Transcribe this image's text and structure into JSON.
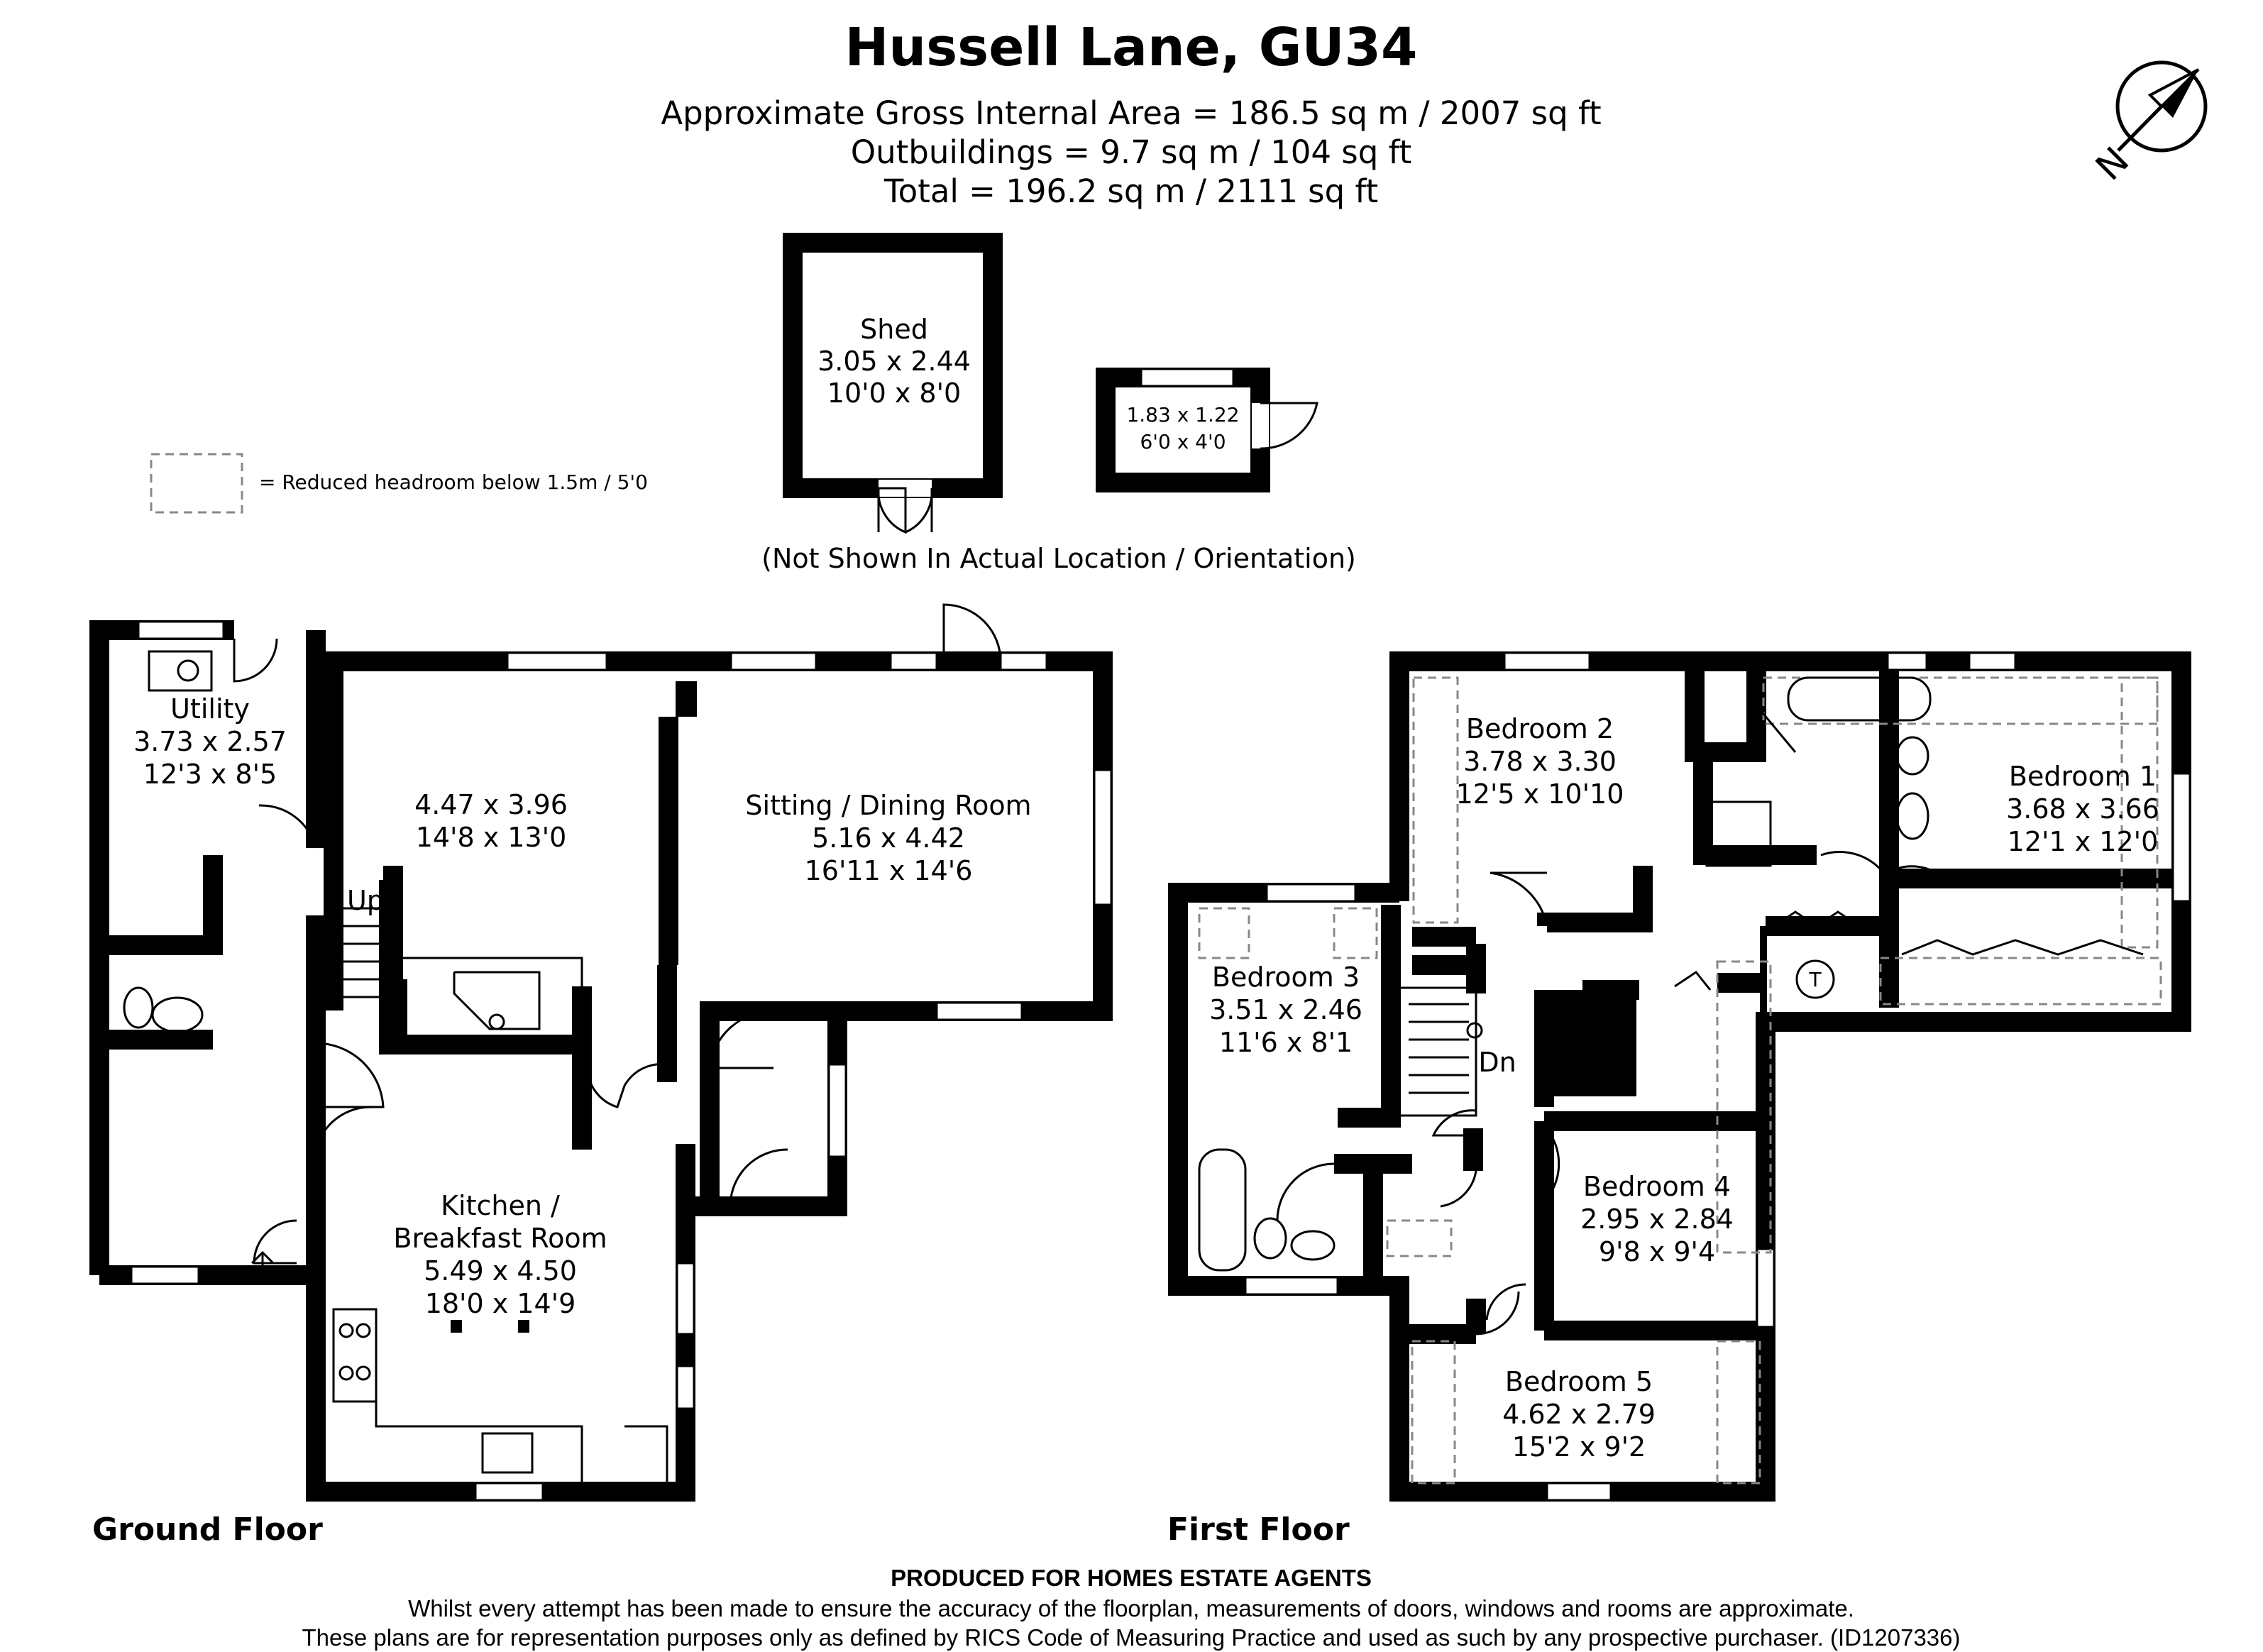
{
  "header": {
    "title": "Hussell Lane, GU34",
    "area_lines": [
      "Approximate Gross Internal Area = 186.5 sq m / 2007 sq ft",
      "Outbuildings = 9.7 sq m / 104 sq ft",
      "Total = 196.2 sq m / 2111 sq ft"
    ]
  },
  "compass": {
    "label": "N",
    "icon": "north-arrow-icon"
  },
  "legend": {
    "text": "= Reduced headroom below 1.5m / 5'0"
  },
  "outbuildings": {
    "shed": {
      "name": "Shed",
      "metric": "3.05 x 2.44",
      "imperial": "10'0 x 8'0"
    },
    "store": {
      "metric": "1.83 x 1.22",
      "imperial": "6'0 x 4'0"
    },
    "note": "(Not Shown In Actual Location / Orientation)"
  },
  "ground_floor": {
    "label": "Ground Floor",
    "stair_label": "Up",
    "rooms": [
      {
        "name": "Utility",
        "metric": "3.73 x 2.57",
        "imperial": "12'3 x 8'5"
      },
      {
        "name": "",
        "metric": "4.47 x 3.96",
        "imperial": "14'8 x 13'0"
      },
      {
        "name": "Sitting / Dining Room",
        "metric": "5.16 x 4.42",
        "imperial": "16'11 x 14'6"
      },
      {
        "name_line1": "Kitchen /",
        "name_line2": "Breakfast Room",
        "metric": "5.49 x 4.50",
        "imperial": "18'0 x 14'9"
      }
    ]
  },
  "first_floor": {
    "label": "First Floor",
    "stair_label": "Dn",
    "tank_label": "T",
    "rooms": [
      {
        "name": "Bedroom 1",
        "metric": "3.68 x 3.66",
        "imperial": "12'1 x 12'0"
      },
      {
        "name": "Bedroom 2",
        "metric": "3.78 x 3.30",
        "imperial": "12'5 x 10'10"
      },
      {
        "name": "Bedroom 3",
        "metric": "3.51 x 2.46",
        "imperial": "11'6 x 8'1"
      },
      {
        "name": "Bedroom 4",
        "metric": "2.95 x 2.84",
        "imperial": "9'8 x 9'4"
      },
      {
        "name": "Bedroom 5",
        "metric": "4.62 x 2.79",
        "imperial": "15'2 x 9'2"
      }
    ]
  },
  "footer": {
    "producer": "PRODUCED FOR HOMES ESTATE AGENTS",
    "line1": "Whilst every attempt has been made to ensure the accuracy of the floorplan, measurements of doors, windows and rooms are approximate.",
    "line2": "These plans are for representation purposes only as defined by RICS Code of Measuring Practice and used as such by any prospective purchaser. (ID1207336)"
  }
}
